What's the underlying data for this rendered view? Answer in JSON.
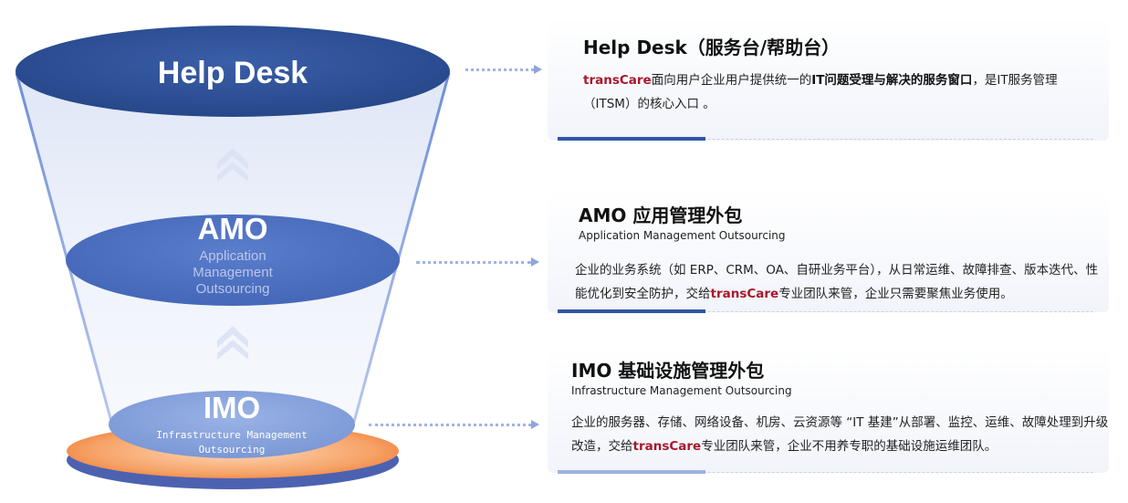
{
  "tiers": [
    {
      "name": "Help Desk",
      "funnel_label": "Help Desk",
      "title": "Help Desk（服务台/帮助台）",
      "subtitle": "",
      "description": {
        "brand": "transCare",
        "p1": "面向用户企业用户提供统一的",
        "strong": "IT问题受理与解决的服务窗口",
        "p2": "，是IT服务管理（ITSM）的核心入口 。"
      }
    },
    {
      "name": "AMO",
      "funnel_label": "AMO",
      "funnel_sub": [
        "Application",
        "Management",
        "Outsourcing"
      ],
      "title": "AMO 应用管理外包",
      "subtitle": "Application Management Outsourcing",
      "description": {
        "p1": "企业的业务系统（如 ERP、CRM、OA、自研业务平台），从日常运维、故障排查、版本迭代、性能优化到安全防护，交给",
        "brand": "transCare",
        "p2": "专业团队来管，企业只需要聚焦业务使用。"
      }
    },
    {
      "name": "IMO",
      "funnel_label": "IMO",
      "funnel_sub": [
        "Infrastructure Management",
        "Outsourcing"
      ],
      "title": "IMO 基础设施管理外包",
      "subtitle": "Infrastructure Management Outsourcing",
      "description": {
        "p1": "企业的服务器、存储、网络设备、机房、云资源等 “IT 基建”从部署、监控、运维、故障处理到升级改造，交给",
        "brand": "transCare",
        "p2": "专业团队来管，企业不用养专职的基础设施运维团队。"
      }
    }
  ],
  "colors": {
    "top_ellipse": "#2e4f93",
    "mid_ellipse": "#4f72c4",
    "bottom_ellipse": "#86a3dc",
    "base_orange": "#f27a35",
    "base_blue": "#5b75c2",
    "brand_red": "#a8182a",
    "accent_bar": "#2f56a6"
  }
}
